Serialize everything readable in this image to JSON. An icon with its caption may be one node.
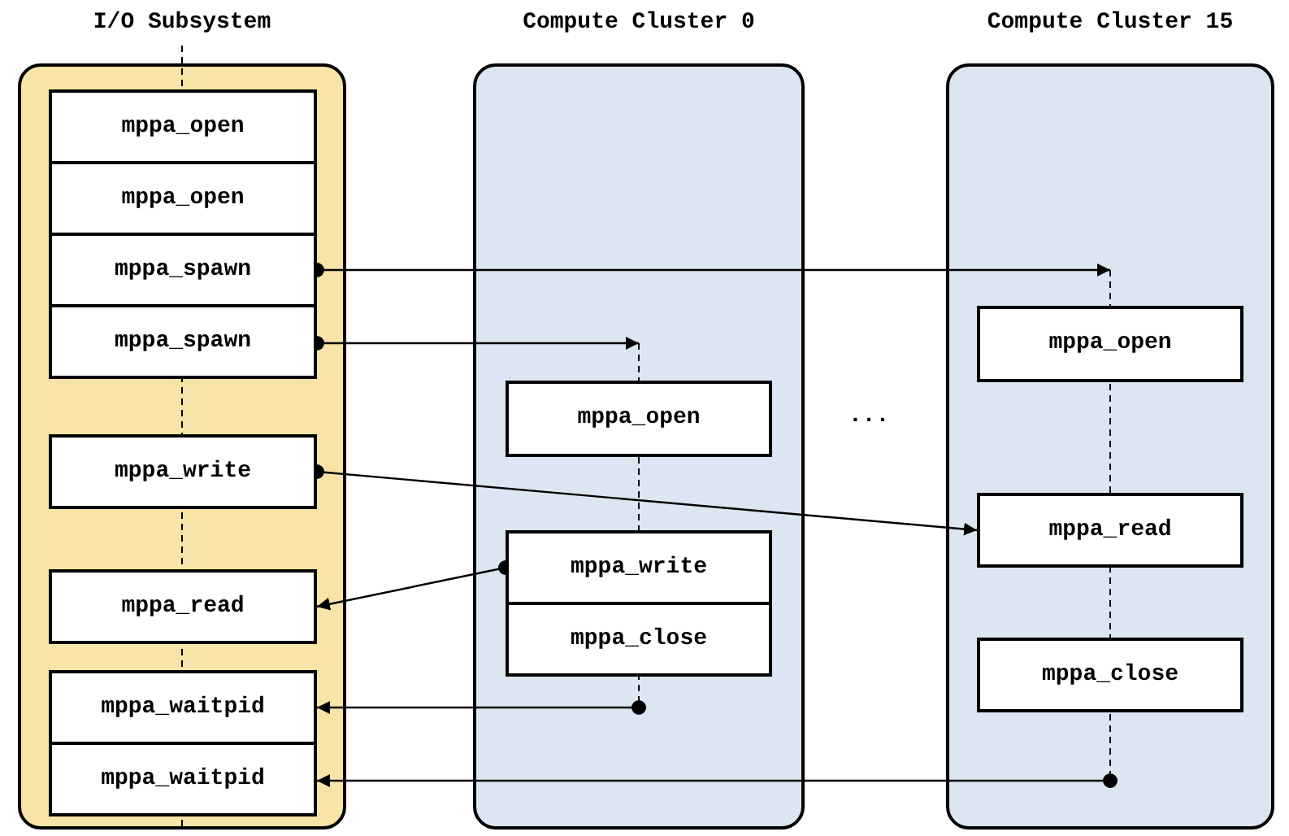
{
  "diagram": {
    "nodes": [
      {
        "text": [
          "I/O Subsystem"
        ]
      },
      {
        "text": [
          "Compute Cluster 0"
        ]
      },
      {
        "text": [
          "Compute Cluster 15"
        ]
      },
      {
        "text": [
          "mppa_open"
        ],
        "in": 0
      },
      {
        "text": [
          "mppa_open"
        ],
        "in": 0
      },
      {
        "text": [
          "mppa_spawn"
        ],
        "in": 0
      },
      {
        "text": [
          "mppa_spawn"
        ],
        "in": 0
      },
      {
        "text": [
          "mppa_write"
        ],
        "in": 0
      },
      {
        "text": [
          "mppa_read"
        ],
        "in": 0
      },
      {
        "text": [
          "mppa_waitpid"
        ],
        "in": 0
      },
      {
        "text": [
          "mppa_waitpid"
        ],
        "in": 0
      },
      {
        "text": [
          "mppa_open"
        ],
        "in": 1
      },
      {
        "text": [
          "mppa_write"
        ],
        "in": 1
      },
      {
        "text": [
          "mppa_close"
        ],
        "in": 1
      },
      {
        "text": [
          "mppa_open"
        ],
        "in": 2
      },
      {
        "text": [
          "mppa_read"
        ],
        "in": 2
      },
      {
        "text": [
          "mppa_close"
        ],
        "in": 2
      }
    ],
    "edges": [
      {
        "from": 5,
        "to": 14,
        "arrow": "to"
      },
      {
        "from": 6,
        "to": 11,
        "arrow": "to"
      },
      {
        "from": 7,
        "to": 15,
        "arrow": "to"
      },
      {
        "from": 12,
        "to": 8,
        "arrow": "to"
      },
      {
        "from": 13,
        "to": 9,
        "arrow": "to"
      },
      {
        "from": 16,
        "to": 10,
        "arrow": "to"
      }
    ],
    "labels": [
      "..."
    ]
  }
}
